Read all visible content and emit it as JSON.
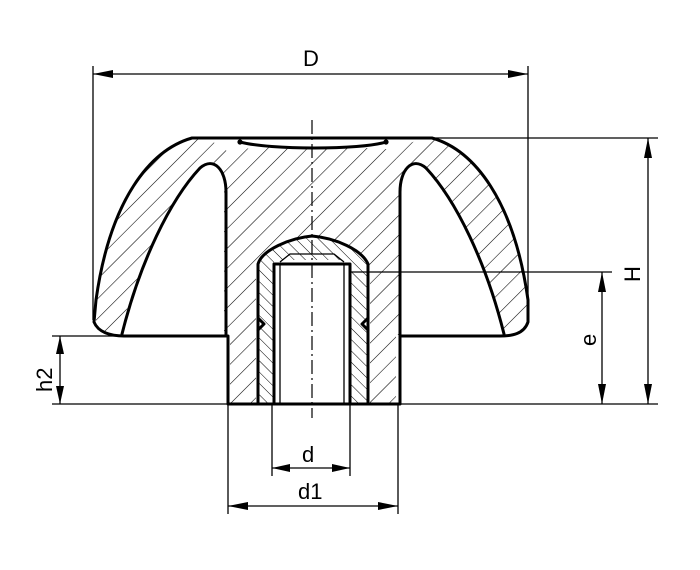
{
  "dimensions": {
    "D": "D",
    "H": "H",
    "e": "e",
    "h2": "h2",
    "d": "d",
    "d1": "d1"
  }
}
